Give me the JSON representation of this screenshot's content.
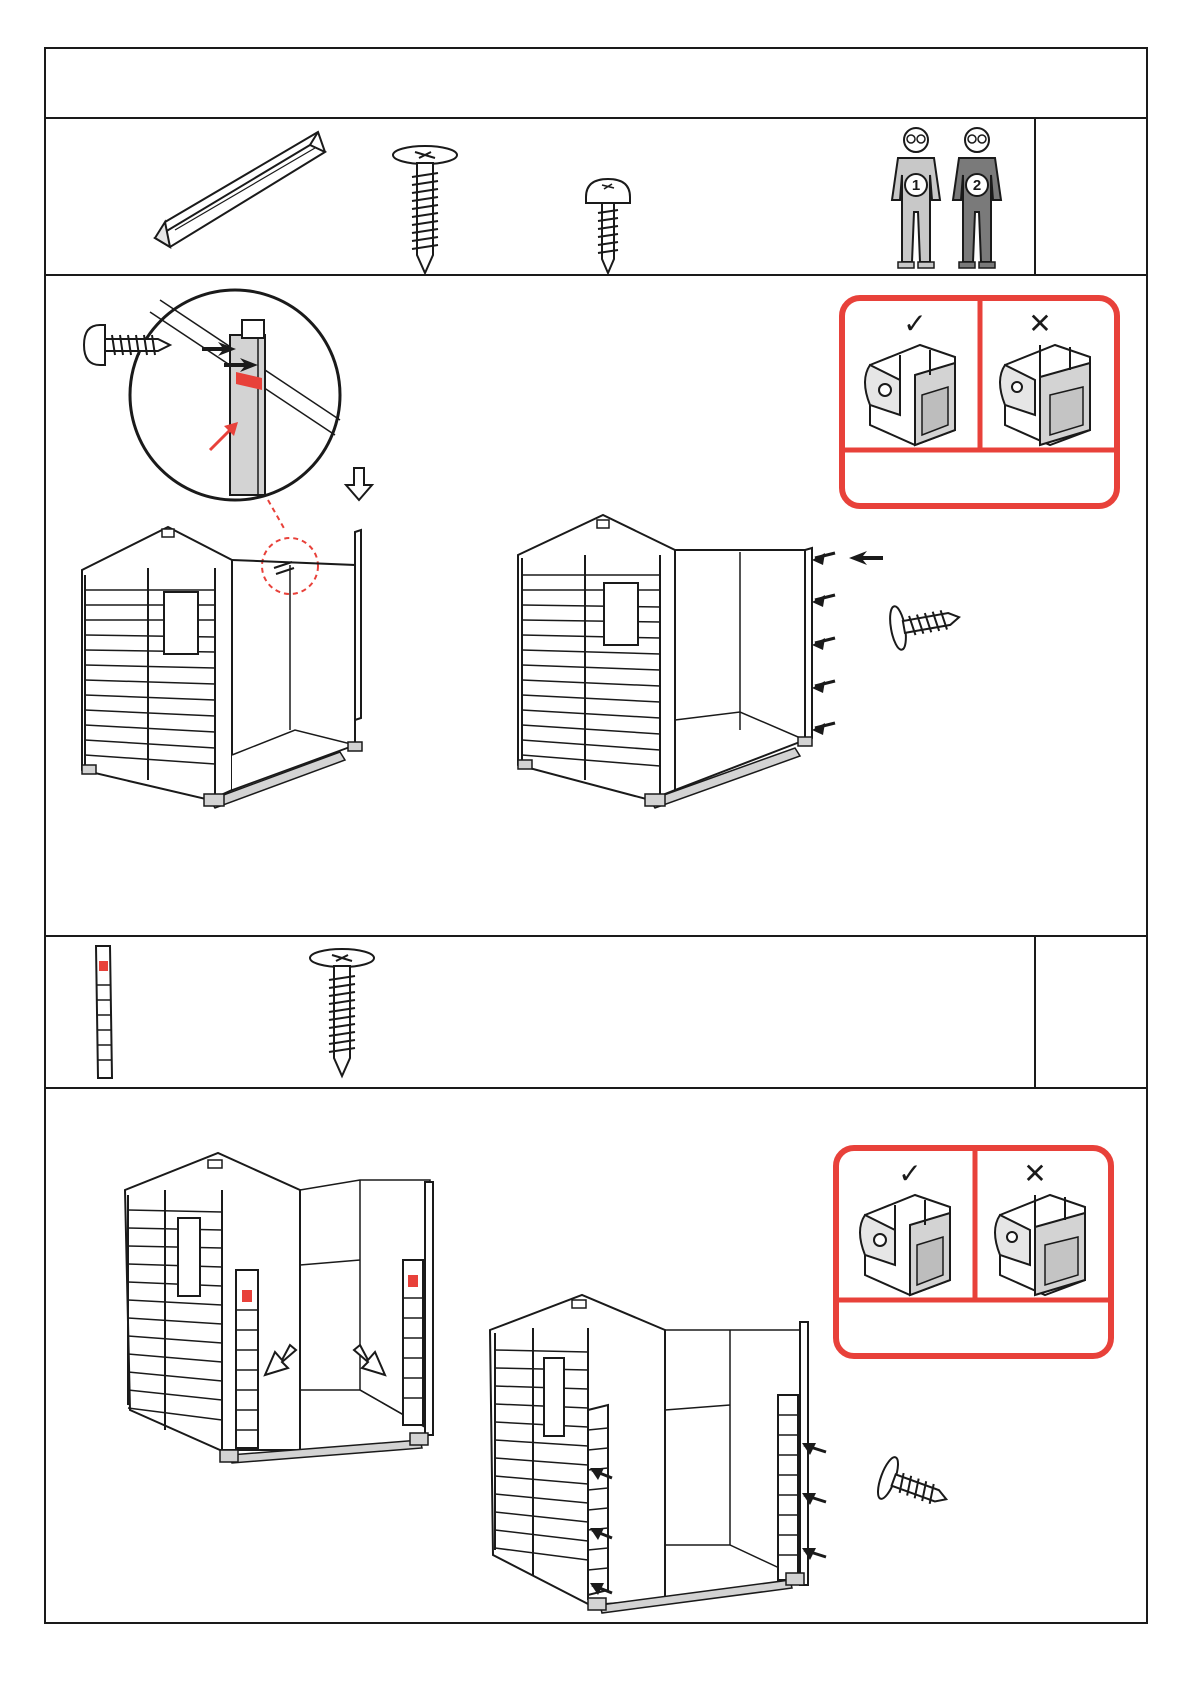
{
  "header": {
    "title": ""
  },
  "parts_row_1": {
    "items": [
      "connector-profile",
      "washer-head-screw",
      "pan-head-screw"
    ],
    "people": [
      {
        "number": "1"
      },
      {
        "number": "2"
      }
    ],
    "step_number": ""
  },
  "step_a": {
    "detail_callout": "zoom-circle",
    "check_box": {
      "correct_symbol": "✓",
      "wrong_symbol": "✕",
      "note": ""
    }
  },
  "parts_row_2": {
    "items": [
      "wall-strip",
      "washer-head-screw"
    ],
    "step_number": ""
  },
  "step_b": {
    "check_box": {
      "correct_symbol": "✓",
      "wrong_symbol": "✕",
      "note": ""
    }
  },
  "colors": {
    "accent": "#e8413a",
    "line": "#1a1a1a",
    "panel_fill": "#d3d3d3",
    "person_1": "#c8c8c8",
    "person_2": "#7a7a7a"
  }
}
